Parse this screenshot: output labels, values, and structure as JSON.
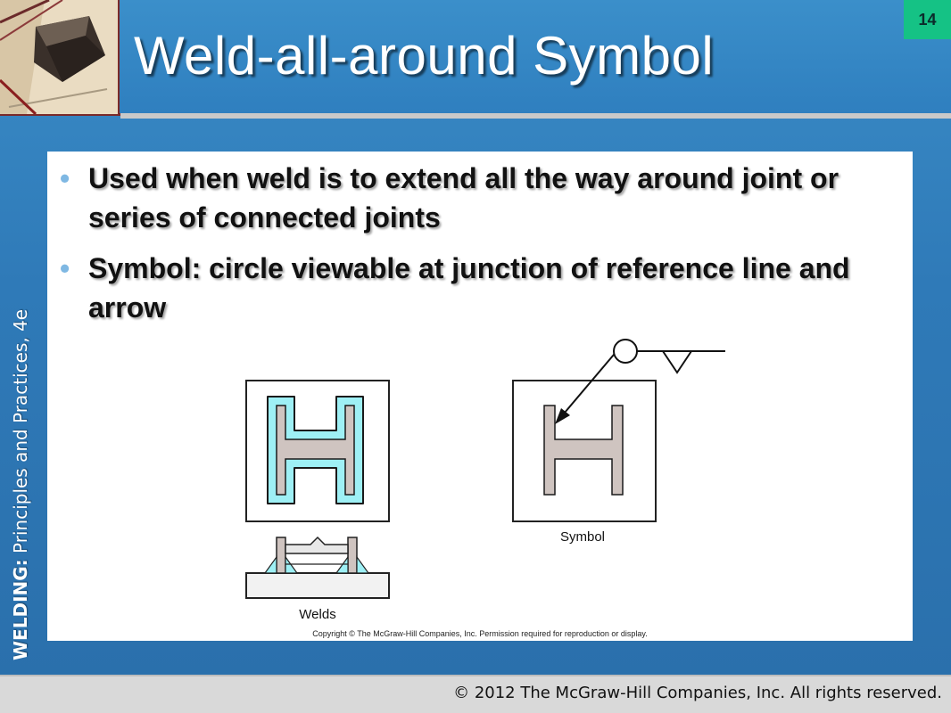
{
  "slide": {
    "title": "Weld-all-around Symbol",
    "number": "14",
    "side_label_bold": "WELDING:",
    "side_label_rest": " Principles and Practices, 4e",
    "footer": "© 2012 The McGraw-Hill Companies, Inc. All rights reserved."
  },
  "bullets": [
    "Used when weld is to extend all the way around joint or series of connected joints",
    "Symbol: circle viewable at junction of reference line and arrow"
  ],
  "figure": {
    "label_welds": "Welds",
    "label_symbol": "Symbol",
    "copyright": "Copyright © The McGraw-Hill Companies, Inc. Permission required for reproduction or display."
  },
  "colors": {
    "weld_fill": "#9ef0f5",
    "member_fill": "#cfc4c0"
  }
}
